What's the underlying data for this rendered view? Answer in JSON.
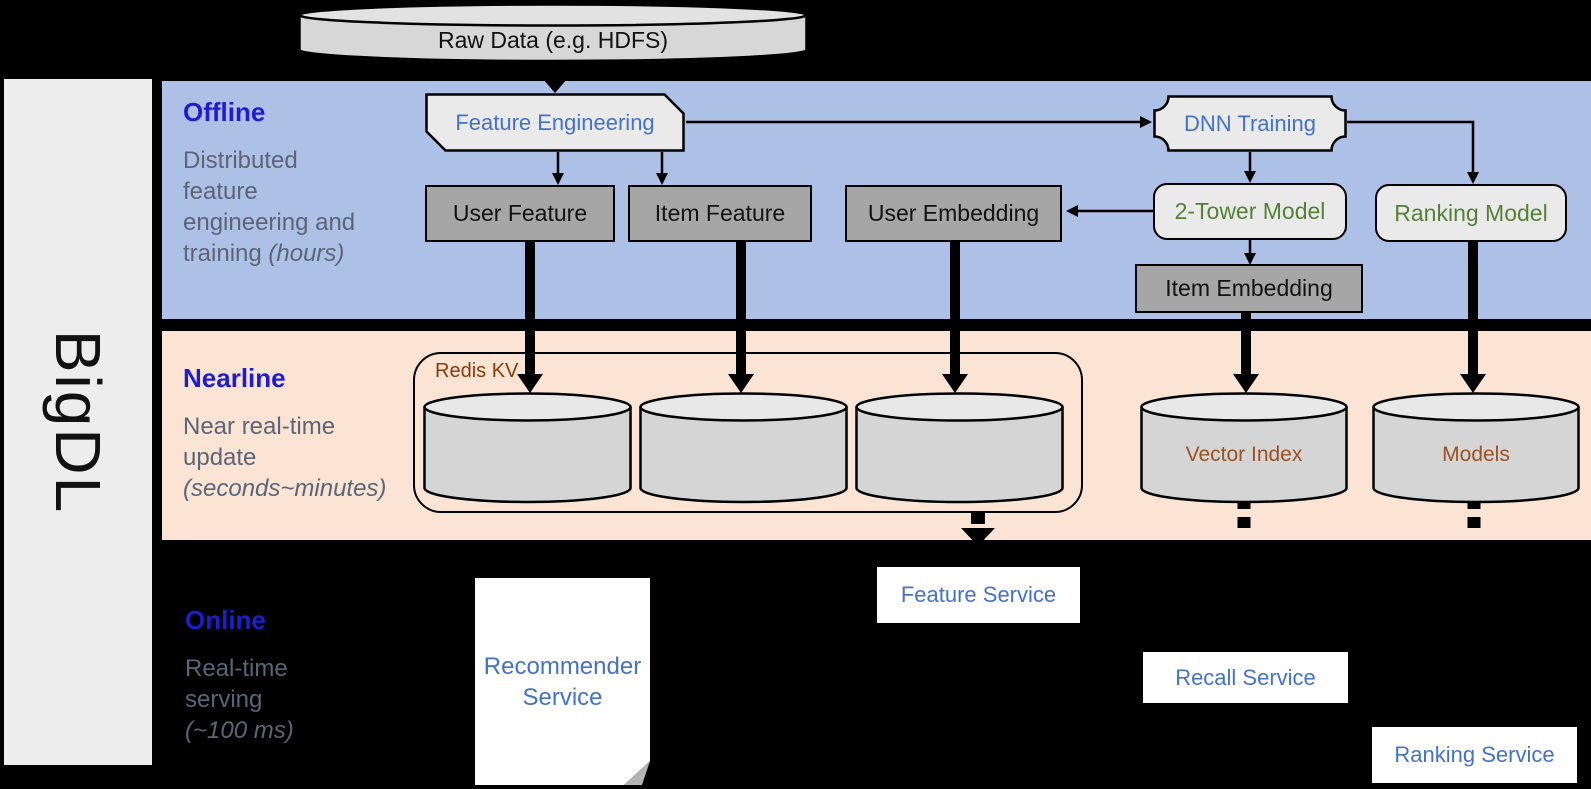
{
  "sidebar": {
    "brand": "BigDL"
  },
  "raw_data": {
    "label": "Raw Data (e.g. HDFS)"
  },
  "sections": {
    "offline": {
      "label": "Offline",
      "desc_lines": [
        "Distributed",
        "feature",
        "engineering and",
        "training"
      ],
      "desc_italic": "(hours)"
    },
    "nearline": {
      "label": "Nearline",
      "desc_lines": [
        "Near real-time",
        "update"
      ],
      "desc_italic": "(seconds~minutes)"
    },
    "online": {
      "label": "Online",
      "desc_lines": [
        "Real-time",
        "serving"
      ],
      "desc_italic": "(~100 ms)"
    }
  },
  "nodes": {
    "feature_engineering": {
      "label": "Feature Engineering"
    },
    "dnn_training": {
      "label": "DNN Training"
    },
    "user_feature": {
      "label": "User Feature"
    },
    "item_feature": {
      "label": "Item Feature"
    },
    "user_embedding": {
      "label": "User Embedding"
    },
    "two_tower_model": {
      "label": "2-Tower Model"
    },
    "ranking_model": {
      "label": "Ranking Model"
    },
    "item_embedding": {
      "label": "Item Embedding"
    },
    "redis": {
      "label": "Redis KV"
    },
    "vector_index": {
      "label": "Vector Index"
    },
    "models": {
      "label": "Models"
    },
    "feature_service": {
      "label": "Feature Service"
    },
    "recall_service": {
      "label": "Recall Service"
    },
    "ranking_service": {
      "label": "Ranking Service"
    },
    "recommender_service": {
      "label": "Recommender Service"
    }
  },
  "colors": {
    "background": "#000000",
    "sidebar_bg": "#ededed",
    "offline_band": "#adc0e6",
    "nearline_band": "#fbe4d3",
    "section_label_blue": "#1d1dd0",
    "description_gray": "#5c6577",
    "node_blue_text": "#4472c4",
    "node_green_text": "#548235",
    "redis_label_brown": "#833c0b",
    "cylinder_label_brown": "#9c5222",
    "dark_node_fill": "#a6a6a6",
    "light_node_fill": "#eaeaea",
    "cylinder_fill": "#d5d5d5",
    "cylinder_top_fill": "#e8e8e8",
    "service_box_bg": "#ffffff"
  }
}
